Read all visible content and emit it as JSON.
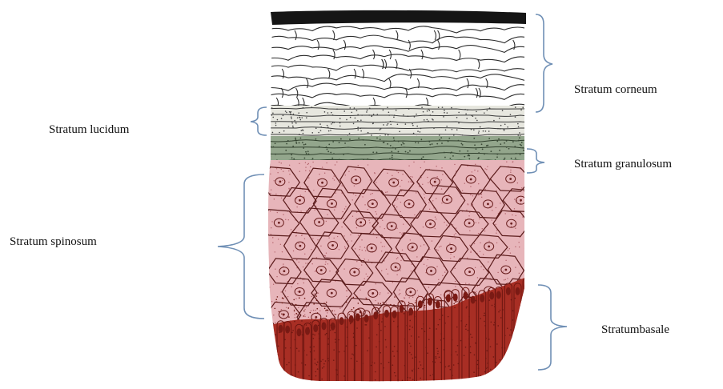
{
  "labels": {
    "corneum": "Stratum corneum",
    "lucidum": "Stratum lucidum",
    "granulosum": "Stratum granulosum",
    "spinosum": "Stratum spinosum",
    "basale": "Stratumbasale"
  },
  "colors": {
    "corneum_fill": "#ffffff",
    "corneum_lines": "#2b2b2b",
    "top_band": "#151515",
    "lucidum_fill": "#e7e7df",
    "granulosum_fill": "#93a68c",
    "spinosum_fill": "#e7b5ba",
    "spinosum_lines": "#5a1a1a",
    "basale_fill": "#a82e24",
    "bracket": "#6f8fb5"
  }
}
